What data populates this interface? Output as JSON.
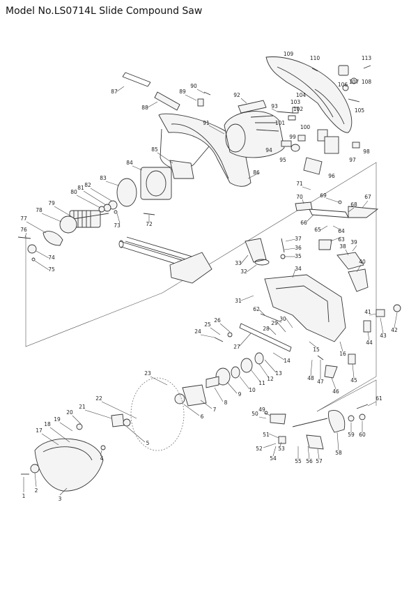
{
  "title": "Model No.LS0714L Slide Compound Saw",
  "callouts": [
    {
      "id": "1",
      "label": "1"
    },
    {
      "id": "2",
      "label": "2"
    },
    {
      "id": "3",
      "label": "3"
    },
    {
      "id": "4",
      "label": "4"
    },
    {
      "id": "5",
      "label": "5"
    },
    {
      "id": "6",
      "label": "6"
    },
    {
      "id": "7",
      "label": "7"
    },
    {
      "id": "8",
      "label": "8"
    },
    {
      "id": "9",
      "label": "9"
    },
    {
      "id": "10",
      "label": "10"
    },
    {
      "id": "11",
      "label": "11"
    },
    {
      "id": "12",
      "label": "12"
    },
    {
      "id": "13",
      "label": "13"
    },
    {
      "id": "14",
      "label": "14"
    },
    {
      "id": "15",
      "label": "15"
    },
    {
      "id": "16",
      "label": "16"
    },
    {
      "id": "17",
      "label": "17"
    },
    {
      "id": "18",
      "label": "18"
    },
    {
      "id": "19",
      "label": "19"
    },
    {
      "id": "20",
      "label": "20"
    },
    {
      "id": "21",
      "label": "21"
    },
    {
      "id": "22",
      "label": "22"
    },
    {
      "id": "23",
      "label": "23"
    },
    {
      "id": "24",
      "label": "24"
    },
    {
      "id": "25",
      "label": "25"
    },
    {
      "id": "26",
      "label": "26"
    },
    {
      "id": "27",
      "label": "27"
    },
    {
      "id": "28",
      "label": "28"
    },
    {
      "id": "29",
      "label": "29"
    },
    {
      "id": "30",
      "label": "30"
    },
    {
      "id": "31",
      "label": "31"
    },
    {
      "id": "32",
      "label": "32"
    },
    {
      "id": "33",
      "label": "33"
    },
    {
      "id": "34",
      "label": "34"
    },
    {
      "id": "35",
      "label": "35"
    },
    {
      "id": "36",
      "label": "36"
    },
    {
      "id": "37",
      "label": "37"
    },
    {
      "id": "38",
      "label": "38"
    },
    {
      "id": "39",
      "label": "39"
    },
    {
      "id": "40",
      "label": "40"
    },
    {
      "id": "41",
      "label": "41"
    },
    {
      "id": "42",
      "label": "42"
    },
    {
      "id": "43",
      "label": "43"
    },
    {
      "id": "44",
      "label": "44"
    },
    {
      "id": "45",
      "label": "45"
    },
    {
      "id": "46",
      "label": "46"
    },
    {
      "id": "47",
      "label": "47"
    },
    {
      "id": "48",
      "label": "48"
    },
    {
      "id": "49",
      "label": "49"
    },
    {
      "id": "50",
      "label": "50"
    },
    {
      "id": "51",
      "label": "51"
    },
    {
      "id": "52",
      "label": "52"
    },
    {
      "id": "53",
      "label": "53"
    },
    {
      "id": "54",
      "label": "54"
    },
    {
      "id": "55",
      "label": "55"
    },
    {
      "id": "56",
      "label": "56"
    },
    {
      "id": "57",
      "label": "57"
    },
    {
      "id": "58",
      "label": "58"
    },
    {
      "id": "59",
      "label": "59"
    },
    {
      "id": "60",
      "label": "60"
    },
    {
      "id": "61",
      "label": "61"
    },
    {
      "id": "62",
      "label": "62"
    },
    {
      "id": "63",
      "label": "63"
    },
    {
      "id": "64",
      "label": "64"
    },
    {
      "id": "65",
      "label": "65"
    },
    {
      "id": "66",
      "label": "66"
    },
    {
      "id": "67",
      "label": "67"
    },
    {
      "id": "68",
      "label": "68"
    },
    {
      "id": "69",
      "label": "69"
    },
    {
      "id": "70",
      "label": "70"
    },
    {
      "id": "71",
      "label": "71"
    },
    {
      "id": "72",
      "label": "72"
    },
    {
      "id": "73",
      "label": "73"
    },
    {
      "id": "74",
      "label": "74"
    },
    {
      "id": "75",
      "label": "75"
    },
    {
      "id": "76",
      "label": "76"
    },
    {
      "id": "77",
      "label": "77"
    },
    {
      "id": "78",
      "label": "78"
    },
    {
      "id": "79",
      "label": "79"
    },
    {
      "id": "80",
      "label": "80"
    },
    {
      "id": "81",
      "label": "81"
    },
    {
      "id": "82",
      "label": "82"
    },
    {
      "id": "83",
      "label": "83"
    },
    {
      "id": "84",
      "label": "84"
    },
    {
      "id": "85",
      "label": "85"
    },
    {
      "id": "86",
      "label": "86"
    },
    {
      "id": "87",
      "label": "87"
    },
    {
      "id": "88",
      "label": "88"
    },
    {
      "id": "89",
      "label": "89"
    },
    {
      "id": "90",
      "label": "90"
    },
    {
      "id": "91",
      "label": "91"
    },
    {
      "id": "92",
      "label": "92"
    },
    {
      "id": "93",
      "label": "93"
    },
    {
      "id": "94",
      "label": "94"
    },
    {
      "id": "95",
      "label": "95"
    },
    {
      "id": "96",
      "label": "96"
    },
    {
      "id": "97",
      "label": "97"
    },
    {
      "id": "98",
      "label": "98"
    },
    {
      "id": "99",
      "label": "99"
    },
    {
      "id": "100",
      "label": "100"
    },
    {
      "id": "101",
      "label": "101"
    },
    {
      "id": "102",
      "label": "102"
    },
    {
      "id": "103",
      "label": "103"
    },
    {
      "id": "104",
      "label": "104"
    },
    {
      "id": "105",
      "label": "105"
    },
    {
      "id": "106",
      "label": "106"
    },
    {
      "id": "107",
      "label": "107"
    },
    {
      "id": "108",
      "label": "108"
    },
    {
      "id": "109",
      "label": "109"
    },
    {
      "id": "110",
      "label": "110"
    },
    {
      "id": "113",
      "label": "113"
    }
  ]
}
